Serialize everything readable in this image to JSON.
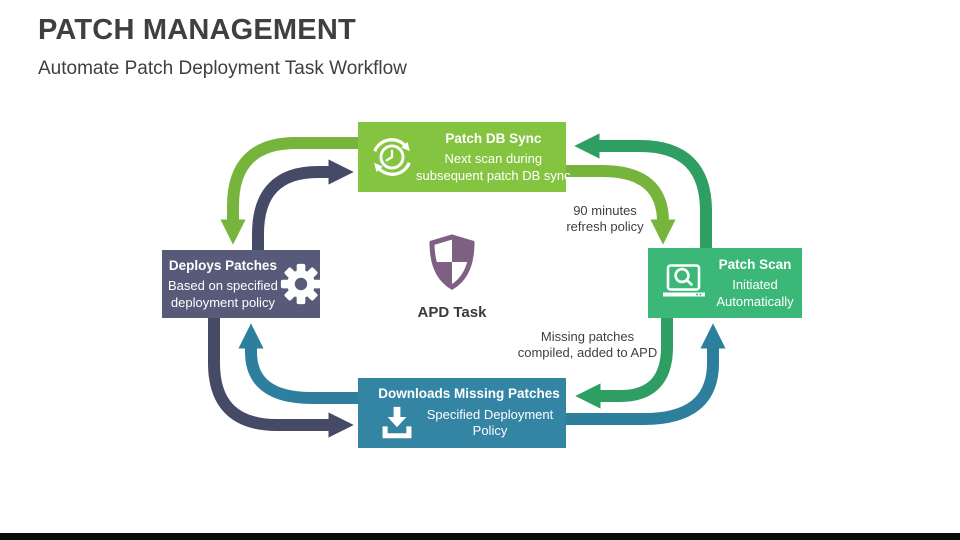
{
  "slide": {
    "title": "PATCH MANAGEMENT",
    "subtitle": "Automate Patch Deployment Task Workflow"
  },
  "center": {
    "label": "APD Task",
    "icon": "shield-icon",
    "shield_color": "#7E6083"
  },
  "nodes": {
    "patch_db_sync": {
      "title": "Patch DB Sync",
      "line1": "Next scan during",
      "line2": "subsequent patch DB sync",
      "color": "#85C440",
      "icon": "sync-clock-icon"
    },
    "patch_scan": {
      "title": "Patch Scan",
      "line1": "Initiated",
      "line2": "Automatically",
      "color": "#3BB878",
      "icon": "laptop-search-icon"
    },
    "downloads_missing_patches": {
      "title": "Downloads Missing Patches",
      "line1": "Specified Deployment",
      "line2": "Policy",
      "color": "#3484A4",
      "icon": "download-icon"
    },
    "deploys_patches": {
      "title": "Deploys Patches",
      "line1": "Based on specified",
      "line2": "deployment policy",
      "color": "#575B79",
      "icon": "gear-icon"
    }
  },
  "annotations": {
    "refresh_policy": {
      "line1": "90 minutes",
      "line2": "refresh policy"
    },
    "missing_patches": {
      "line1": "Missing patches",
      "line2": "compiled, added to APD"
    }
  },
  "colors": {
    "title_text": "#3F3F3F",
    "box_text": "#FFFFFF",
    "arrow_light_green": "#76B43B",
    "arrow_emerald": "#2F9E63",
    "arrow_teal": "#2E7F9E",
    "arrow_slate": "#454A67",
    "bottom_bar": "#0B0B0B"
  }
}
